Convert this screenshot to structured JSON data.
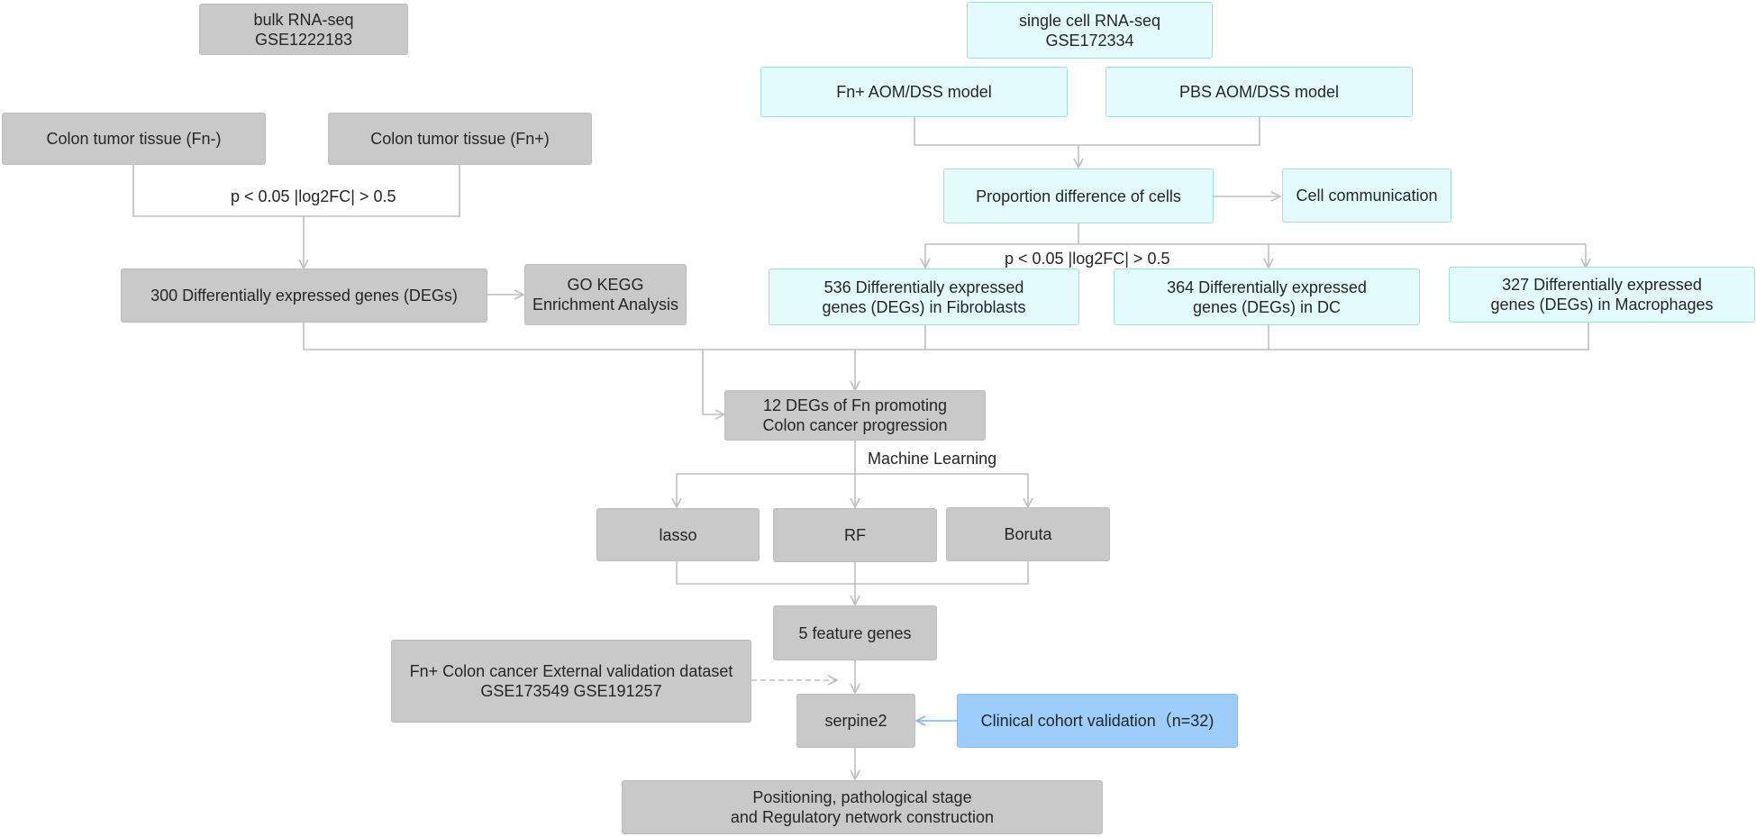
{
  "colors": {
    "gray_box": "#c9c9c9",
    "cyan_box": "#e4fbfd",
    "blue_box": "#9ccdfc",
    "connector": "#bfbfbf",
    "blue_arrow": "#7fb7ea"
  },
  "bulk": {
    "header": {
      "line1": "bulk RNA-seq",
      "line2": "GSE1222183"
    },
    "tissue_fn_neg": "Colon tumor tissue (Fn-)",
    "tissue_fn_pos": "Colon tumor tissue (Fn+)",
    "threshold": "p < 0.05 |log2FC| > 0.5",
    "degs": "300 Differentially expressed genes (DEGs)",
    "go_kegg": {
      "line1": "GO KEGG",
      "line2": "Enrichment Analysis"
    }
  },
  "single_cell": {
    "header": {
      "line1": "single cell RNA-seq",
      "line2": "GSE172334"
    },
    "fn_model": "Fn+ AOM/DSS model",
    "pbs_model": "PBS AOM/DSS model",
    "proportion": "Proportion difference of cells",
    "communication": "Cell communication",
    "threshold": "p < 0.05 |log2FC| > 0.5",
    "fibroblasts": {
      "line1": "536 Differentially expressed",
      "line2": "genes (DEGs) in Fibroblasts"
    },
    "dc": {
      "line1": "364 Differentially expressed",
      "line2": "genes (DEGs) in DC"
    },
    "macrophages": {
      "line1": "327 Differentially expressed",
      "line2": "genes (DEGs) in Macrophages"
    }
  },
  "integration": {
    "common_degs": {
      "line1": "12 DEGs of Fn promoting",
      "line2": "Colon cancer progression"
    },
    "ml_label": "Machine Learning",
    "lasso": "lasso",
    "rf": "RF",
    "boruta": "Boruta",
    "feature_genes": "5 feature genes",
    "external": {
      "line1": "Fn+ Colon cancer External validation dataset",
      "line2": "GSE173549 GSE191257"
    },
    "serpine2": "serpine2",
    "clinical": "Clinical cohort validation（n=32)",
    "final": {
      "line1": "Positioning,  pathological stage",
      "line2": "and Regulatory network construction"
    }
  }
}
